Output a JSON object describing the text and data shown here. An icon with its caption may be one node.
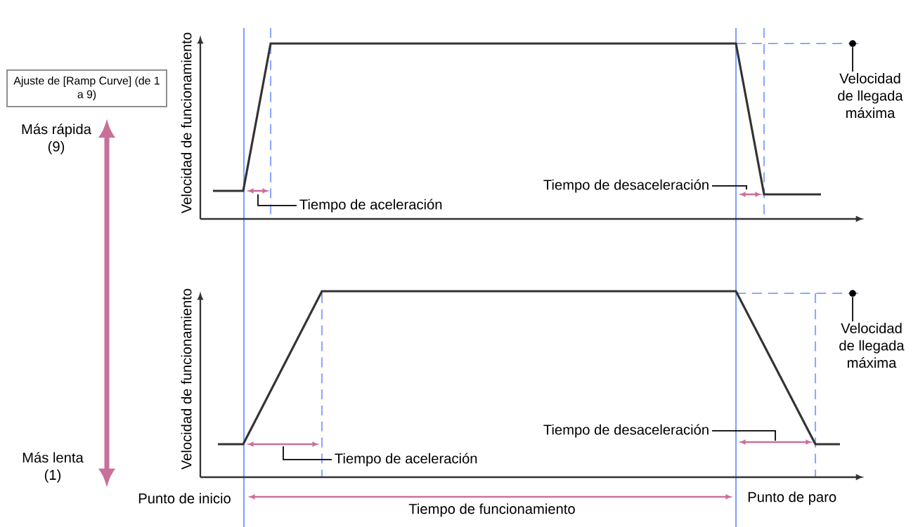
{
  "diagram": {
    "nodes": [
      {
        "text": [
          "Ajuste de [Ramp Curve] (de 1 a 9)"
        ]
      },
      {
        "text": [
          "Más rápida (9)"
        ]
      },
      {
        "text": [
          "Más lenta (1)"
        ]
      },
      {
        "text": [
          "Tiempo de aceleración"
        ]
      },
      {
        "text": [
          "Tiempo de desaceleración"
        ]
      },
      {
        "text": [
          "Velocidad de llegada máxima"
        ]
      },
      {
        "text": [
          "Tiempo de aceleración"
        ]
      },
      {
        "text": [
          "Tiempo de desaceleración"
        ]
      },
      {
        "text": [
          "Velocidad de llegada máxima"
        ]
      },
      {
        "text": [],
        "shape": "circle"
      },
      {
        "text": [],
        "shape": "circle"
      }
    ],
    "edges": [
      {
        "from": 1,
        "to": 2,
        "arrow": "both",
        "style": "thick",
        "color": "#c8709a"
      },
      {
        "from": 3,
        "to": null,
        "arrow": "none"
      },
      {
        "from": 4,
        "to": null,
        "arrow": "none"
      },
      {
        "from": 5,
        "to": 9,
        "arrow": "none"
      },
      {
        "from": 6,
        "to": null,
        "arrow": "none"
      },
      {
        "from": 7,
        "to": null,
        "arrow": "none"
      },
      {
        "from": 8,
        "to": 10,
        "arrow": "none"
      }
    ],
    "labels": [
      "Velocidad de funcionamiento",
      "Velocidad de funcionamiento",
      "Punto de inicio",
      "Tiempo de funcionamiento",
      "Punto de paro"
    ]
  }
}
